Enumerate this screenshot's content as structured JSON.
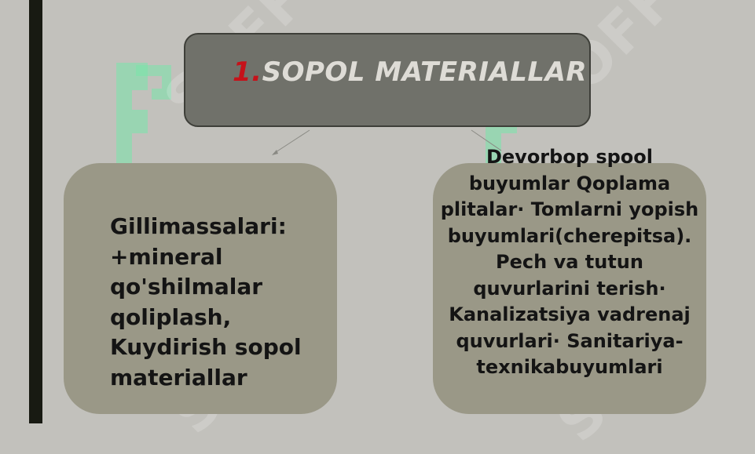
{
  "diagram": {
    "title_number": "1.",
    "title_text": "SOPOL MATERIALLAR",
    "left_node": "Gillimassalari: +mineral qo'shilmalar qoliplash, Kuydirish sopol materiallar",
    "right_node": "Devorbop spool buyumlar Qoplama plitalar· Tomlarni yopish buyumlari(cherepitsa). Pech va tutun quvurlarini terish· Kanalizatsiya vadrenaj quvurlari· Sanitariya-texnikabuyumlari"
  },
  "watermark": {
    "text": "SOFF"
  },
  "colors": {
    "background": "#c2c1bc",
    "title_box": "#70716a",
    "node_box": "#9a9887",
    "title_number": "#c5121a",
    "left_bar": "#181a12"
  }
}
